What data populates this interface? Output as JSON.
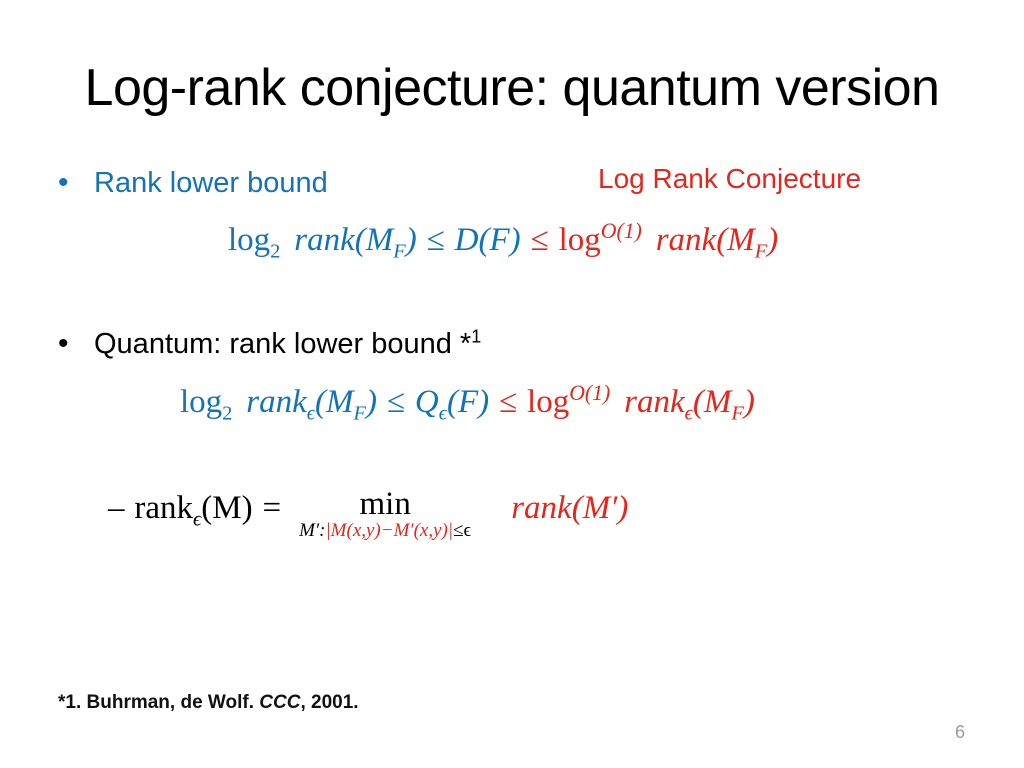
{
  "slide": {
    "title": "Log-rank conjecture: quantum version",
    "page_number": "6",
    "colors": {
      "blue": "#1273B8",
      "red": "#E8251B",
      "black": "#000000",
      "page_number_gray": "#9a9a9a"
    }
  },
  "side_heading": {
    "text": "Log Rank Conjecture"
  },
  "bullets": [
    {
      "marker": "•",
      "text": "Rank lower bound",
      "color": "blue",
      "superscript": ""
    },
    {
      "marker": "•",
      "text": "Quantum: rank lower bound *",
      "color": "black",
      "superscript": "1"
    }
  ],
  "formulas": {
    "line1": {
      "plain": "log2 rank(M_F) <= D(F) <= log^O(1) rank(M_F)",
      "blue_part": {
        "log": "log",
        "base": "2",
        "rank": "rank",
        "open": "(",
        "M": "M",
        "M_sub": "F",
        "close": ")",
        "leq": "≤",
        "D": "D",
        "Dopen": "(",
        "F": "F",
        "Dclose": ")"
      },
      "red_part": {
        "leq": "≤",
        "log": "log",
        "exponent": "O(1)",
        "rank": "rank",
        "open": "(",
        "M": "M",
        "M_sub": "F",
        "close": ")"
      }
    },
    "line2": {
      "plain": "log2 rank_e(M_F) <= Q_e(F) <= log^O(1) rank_e(M_F)",
      "blue_part": {
        "log": "log",
        "base": "2",
        "rank": "rank",
        "rank_sub": "ϵ",
        "open": "(",
        "M": "M",
        "M_sub": "F",
        "close": ")",
        "leq": "≤",
        "Q": "Q",
        "Q_sub": "ϵ",
        "Qopen": "(",
        "F": "F",
        "Qclose": ")"
      },
      "red_part": {
        "leq": "≤",
        "log": "log",
        "exponent": "O(1)",
        "rank": "rank",
        "rank_sub": "ϵ",
        "open": "(",
        "M": "M",
        "M_sub": "F",
        "close": ")"
      }
    },
    "line3": {
      "plain": "- rank_e(M) = min_{M':|M(x,y)-M'(x,y)|<=e} rank(M')",
      "dash": "–",
      "lhs": {
        "rank": "rank",
        "rank_sub": "ϵ",
        "open": "(",
        "M": "M",
        "close": ")",
        "equals": "="
      },
      "min_operator": "min",
      "min_condition_black_prefix": "M′:",
      "min_condition_red": "|M(x,y)−M′(x,y)|",
      "min_condition_black_suffix": "≤ϵ",
      "rhs": {
        "rank": "rank",
        "open": "(",
        "M": "M′",
        "close": ")"
      }
    }
  },
  "footnote": {
    "prefix": "*1. Buhrman, de Wolf. ",
    "venue": "CCC",
    "suffix": ", 2001."
  }
}
